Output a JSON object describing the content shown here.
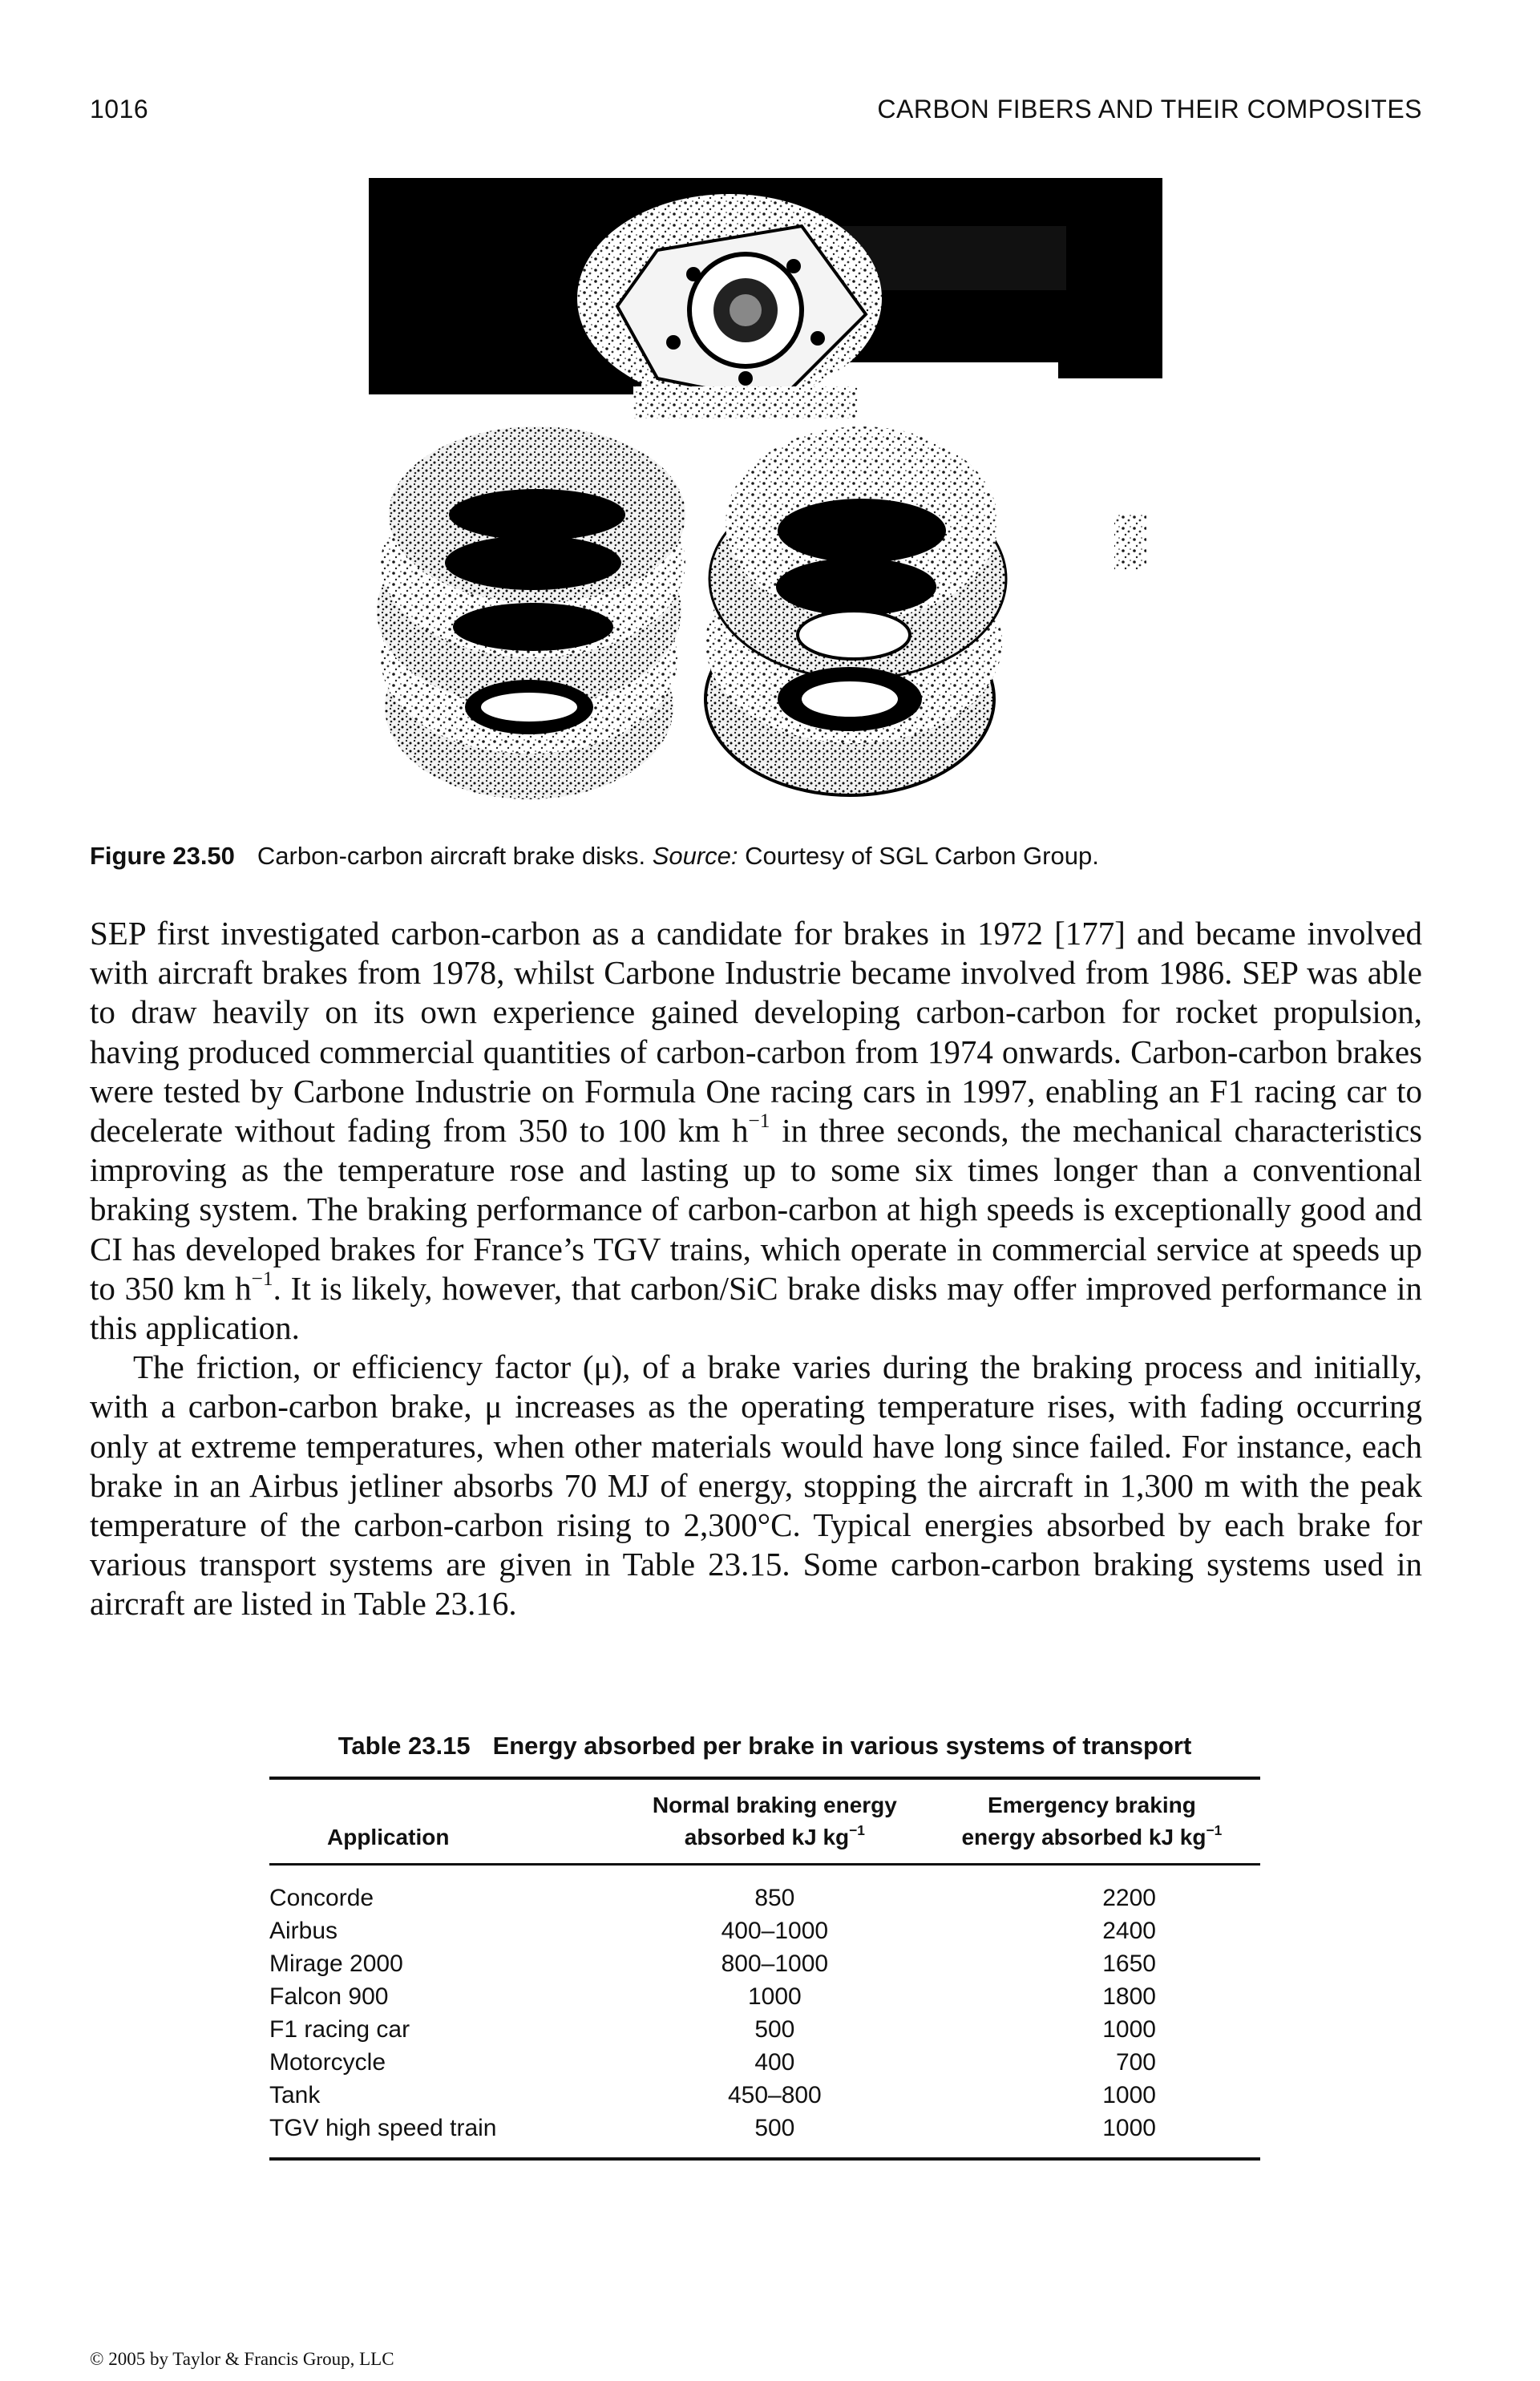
{
  "header": {
    "page_number": "1016",
    "running_head": "CARBON FIBERS AND THEIR COMPOSITES"
  },
  "figure": {
    "label": "Figure 23.50",
    "caption_text": "Carbon-carbon aircraft brake disks. ",
    "source_label": "Source:",
    "source_text": " Courtesy of SGL Carbon Group."
  },
  "body": {
    "para1": [
      {
        "t": "SEP first investigated carbon-carbon as a candidate for brakes in 1972 [177] and became involved with aircraft brakes from 1978, whilst Carbone Industrie became involved from 1986. SEP was able to draw heavily on its own experience gained developing carbon-carbon for rocket propulsion, having produced commercial quantities of carbon-carbon from 1974 onwards. Carbon-carbon brakes were tested by Carbone Industrie on Formula One racing cars in 1997, enabling an F1 racing car to decelerate without fading from 350 to 100 km h"
      },
      {
        "sup": "−1"
      },
      {
        "t": " in three seconds, the mechanical characteristics improving as the temperature rose and lasting up to some six times longer than a conventional braking system. The braking performance of carbon-carbon at high speeds is exceptionally good and CI has developed brakes for France’s TGV trains, which operate in commercial service at speeds up to 350 km h"
      },
      {
        "sup": "−1"
      },
      {
        "t": ". It is likely, however, that carbon/SiC brake disks may offer improved performance in this application."
      }
    ],
    "para2": "The friction, or efficiency factor (μ), of a brake varies during the braking process and initially, with a carbon-carbon brake, μ increases as the operating temperature rises, with fading occurring only at extreme temperatures, when other materials would have long since failed. For instance, each brake in an Airbus jetliner absorbs 70 MJ of energy, stopping the aircraft in 1,300 m with the peak temperature of the carbon-carbon rising to 2,300°C. Typical energies absorbed by each brake for various transport systems are given in Table 23.15. Some carbon-carbon braking systems used in aircraft are listed in Table 23.16."
  },
  "table": {
    "label": "Table 23.15",
    "title": "Energy absorbed per brake in various systems of transport",
    "headers": {
      "application": "Application",
      "normal_line1": "Normal braking energy",
      "normal_line2": "absorbed kJ kg",
      "normal_sup": "−1",
      "emergency_line1": "Emergency braking",
      "emergency_line2": "energy absorbed kJ kg",
      "emergency_sup": "−1"
    },
    "rows": [
      {
        "application": "Concorde",
        "normal": "850",
        "emergency": "2200"
      },
      {
        "application": "Airbus",
        "normal": "400–1000",
        "emergency": "2400"
      },
      {
        "application": "Mirage 2000",
        "normal": "800–1000",
        "emergency": "1650"
      },
      {
        "application": "Falcon 900",
        "normal": "1000",
        "emergency": "1800"
      },
      {
        "application": "F1 racing car",
        "normal": "500",
        "emergency": "1000"
      },
      {
        "application": "Motorcycle",
        "normal": "400",
        "emergency": "700"
      },
      {
        "application": "Tank",
        "normal": "450–800",
        "emergency": "1000"
      },
      {
        "application": "TGV high speed train",
        "normal": "500",
        "emergency": "1000"
      }
    ]
  },
  "footer": {
    "copyright": "© 2005 by Taylor & Francis Group, LLC"
  }
}
